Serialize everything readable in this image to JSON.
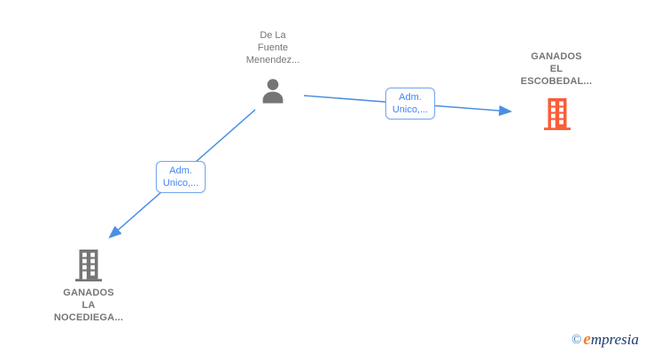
{
  "diagram": {
    "nodes": {
      "person": {
        "label": "De La\nFuente\nMenendez...",
        "type": "person",
        "color": "#757575"
      },
      "company_escobedal": {
        "label": "GANADOS\nEL\nESCOBEDAL...",
        "type": "company",
        "color": "#f95d38"
      },
      "company_nocediega": {
        "label": "GANADOS\nLA\nNOCEDIEGA...",
        "type": "company",
        "color": "#757575"
      }
    },
    "edges": {
      "to_escobedal": {
        "from": "person",
        "to": "company_escobedal",
        "label": "Adm.\nUnico,..."
      },
      "to_nocediega": {
        "from": "person",
        "to": "company_nocediega",
        "label": "Adm.\nUnico,..."
      }
    },
    "colors": {
      "edge": "#4a90e2",
      "edge_label_text": "#4285f4",
      "edge_label_border": "#7aa9f0",
      "node_text": "#757575",
      "company_orange": "#f95d38",
      "company_gray": "#757575"
    }
  },
  "watermark": {
    "copyright": "©",
    "brand_initial": "e",
    "brand_rest": "mpresia"
  }
}
